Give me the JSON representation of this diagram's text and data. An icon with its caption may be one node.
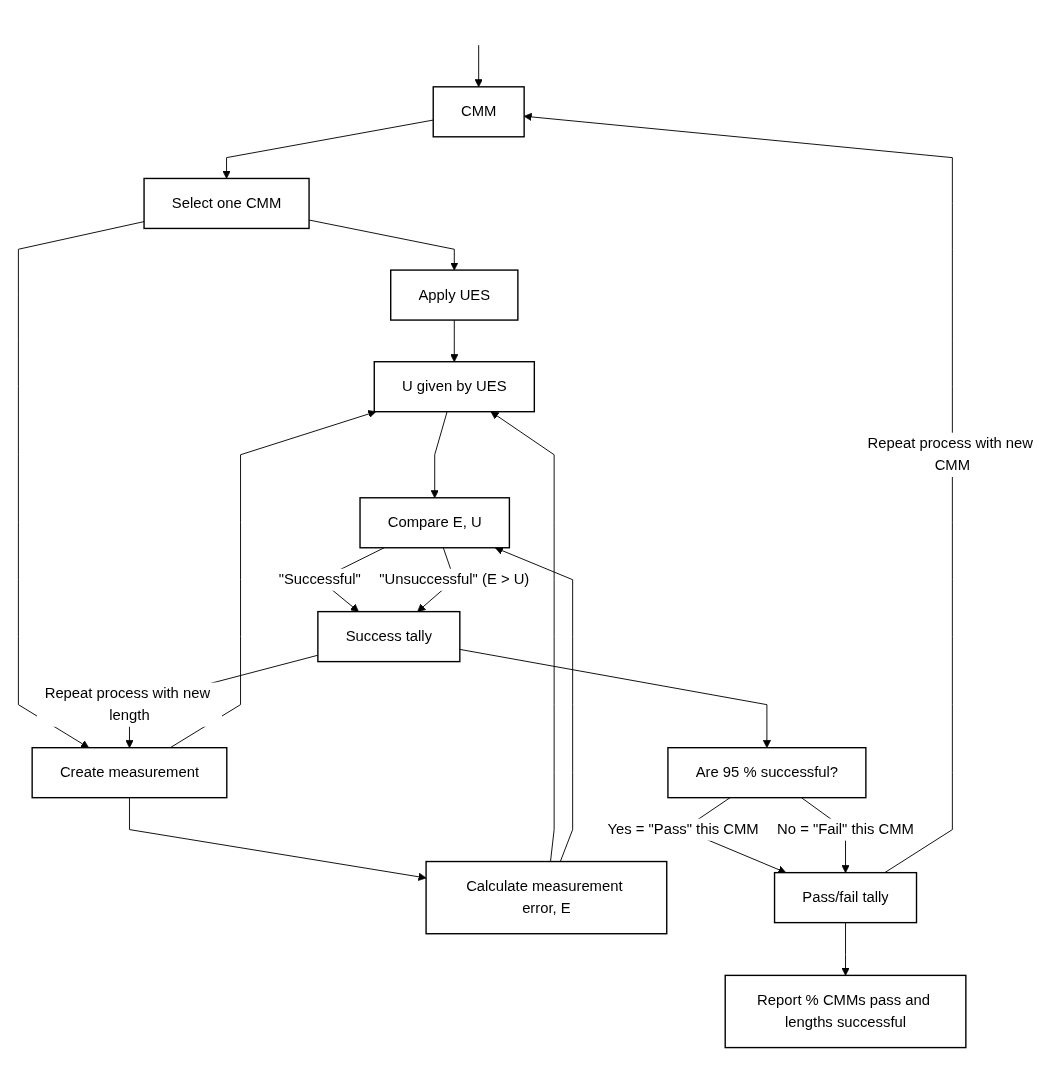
{
  "diagram": {
    "nodes": [
      {
        "text": [
          "CMM"
        ]
      },
      {
        "text": [
          "Select one CMM"
        ]
      },
      {
        "text": [
          "Apply UES"
        ]
      },
      {
        "text": [
          "Create measurement"
        ]
      },
      {
        "text": [
          "U given by UES"
        ]
      },
      {
        "text": [
          "Calculate measurement error, E"
        ]
      },
      {
        "text": [
          "Compare E, U"
        ]
      },
      {
        "text": [
          "Success tally"
        ]
      },
      {
        "text": [
          "Are 95 % successful?"
        ]
      },
      {
        "text": [
          "Pass/fail tally"
        ]
      },
      {
        "text": [
          "Report % CMMs pass and lengths successful"
        ]
      }
    ],
    "edges": [
      {
        "from": null,
        "to": 0,
        "arrow": "to"
      },
      {
        "from": 0,
        "to": 1,
        "arrow": "to"
      },
      {
        "from": 1,
        "to": 2,
        "arrow": "to"
      },
      {
        "from": 1,
        "to": 3,
        "arrow": "to"
      },
      {
        "from": 2,
        "to": 4,
        "arrow": "to"
      },
      {
        "from": 3,
        "to": 4,
        "arrow": "to"
      },
      {
        "from": 3,
        "to": 5,
        "arrow": "to"
      },
      {
        "from": 5,
        "to": 4,
        "arrow": "to"
      },
      {
        "from": 4,
        "to": 6,
        "arrow": "to"
      },
      {
        "from": 5,
        "to": 6,
        "arrow": "to"
      },
      {
        "from": 6,
        "to": 7,
        "label": "\"Successful\"",
        "arrow": "to"
      },
      {
        "from": 6,
        "to": 7,
        "label": "\"Unsuccessful\" (E > U)",
        "arrow": "to"
      },
      {
        "from": 7,
        "to": 8,
        "arrow": "to"
      },
      {
        "from": 7,
        "to": 3,
        "label": "Repeat process with new length",
        "arrow": "to"
      },
      {
        "from": 8,
        "to": 9,
        "label": "Yes = \"Pass\" this CMM",
        "arrow": "to"
      },
      {
        "from": 8,
        "to": 9,
        "label": "No = \"Fail\" this CMM",
        "arrow": "to"
      },
      {
        "from": 9,
        "to": 10,
        "arrow": "to"
      },
      {
        "from": 9,
        "to": 0,
        "label": "Repeat process with new CMM",
        "arrow": "to"
      }
    ]
  }
}
